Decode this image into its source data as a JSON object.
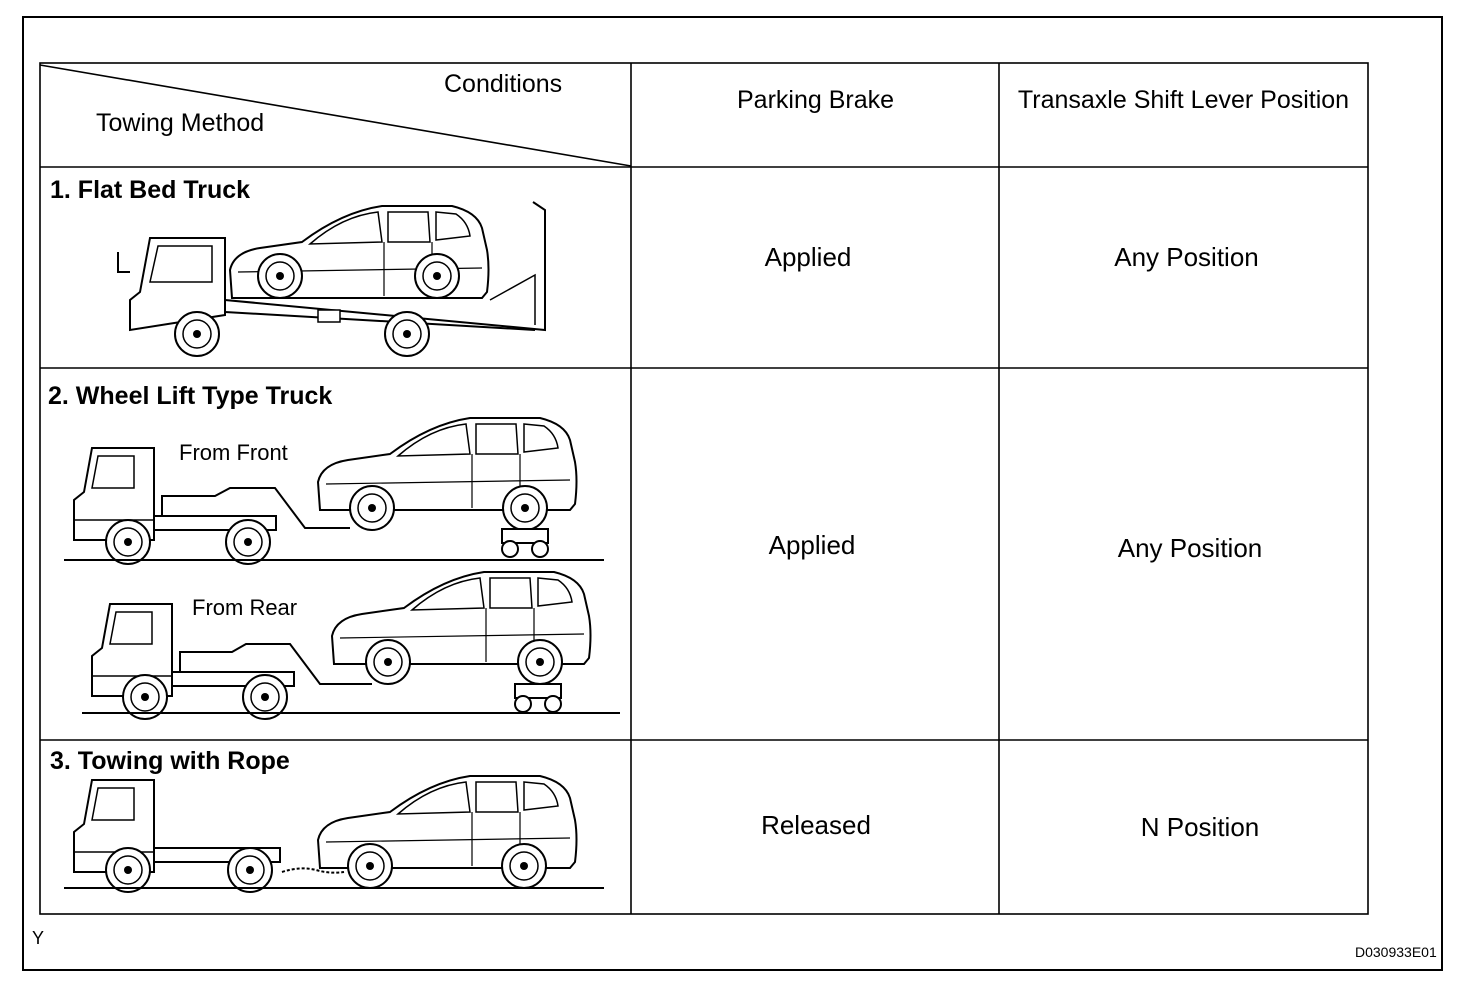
{
  "table": {
    "header": {
      "conditions_label": "Conditions",
      "towing_method_label": "Towing Method",
      "parking_brake_label": "Parking Brake",
      "shift_lever_label": "Transaxle Shift Lever Position"
    },
    "rows": [
      {
        "method": "1. Flat Bed Truck",
        "parking_brake": "Applied",
        "shift_lever": "Any Position",
        "illustration_icon": "flat-bed-truck-icon"
      },
      {
        "method": "2. Wheel Lift Type Truck",
        "sub_labels": [
          "From Front",
          "From Rear"
        ],
        "parking_brake": "Applied",
        "shift_lever": "Any Position",
        "illustration_icon": "wheel-lift-truck-icon"
      },
      {
        "method": "3. Towing with Rope",
        "parking_brake": "Released",
        "shift_lever": "N Position",
        "illustration_icon": "rope-tow-icon"
      }
    ]
  },
  "footer": {
    "left_mark": "Y",
    "figure_code": "D030933E01"
  }
}
